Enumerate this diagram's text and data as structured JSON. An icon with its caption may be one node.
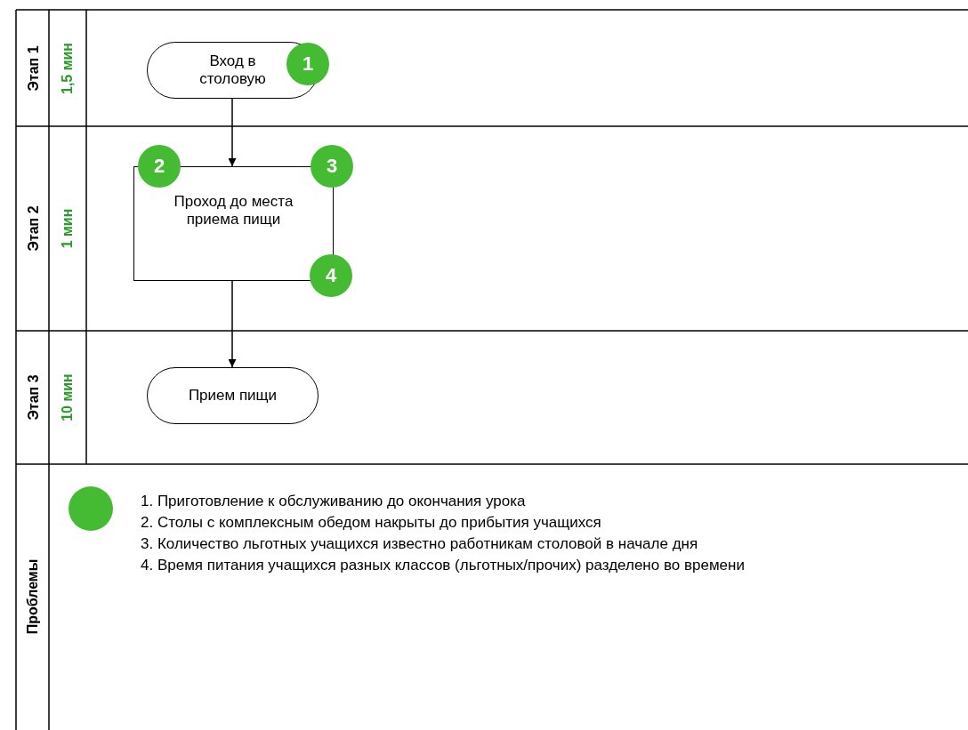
{
  "diagram": {
    "nodes": [
      {
        "text": [
          "Вход в столовую"
        ]
      },
      {
        "text": [
          "Проход до места приема пищи"
        ]
      },
      {
        "text": [
          "Прием пищи"
        ]
      },
      {
        "text": [
          "1"
        ]
      },
      {
        "text": [
          "2"
        ]
      },
      {
        "text": [
          "3"
        ]
      },
      {
        "text": [
          "4"
        ]
      },
      {
        "text": [],
        "shape": "circle"
      }
    ],
    "edges": [
      {
        "from": 0,
        "to": 1,
        "arrow": "to"
      },
      {
        "from": 1,
        "to": 2,
        "arrow": "to"
      }
    ],
    "labels": [
      "Этап 1",
      "1,5 мин",
      "Этап 2",
      "1 мин",
      "Этап 3",
      "10 мин",
      "Проблемы",
      "1. Приготовление к обслуживанию до окончания урока",
      "2. Столы с комплексным обедом накрыты до прибытия учащихся",
      "3. Количество льготных учащихся известно работникам столовой в начале дня",
      "4. Время питания учащихся разных классов (льготных/прочих) разделено во времени"
    ]
  }
}
